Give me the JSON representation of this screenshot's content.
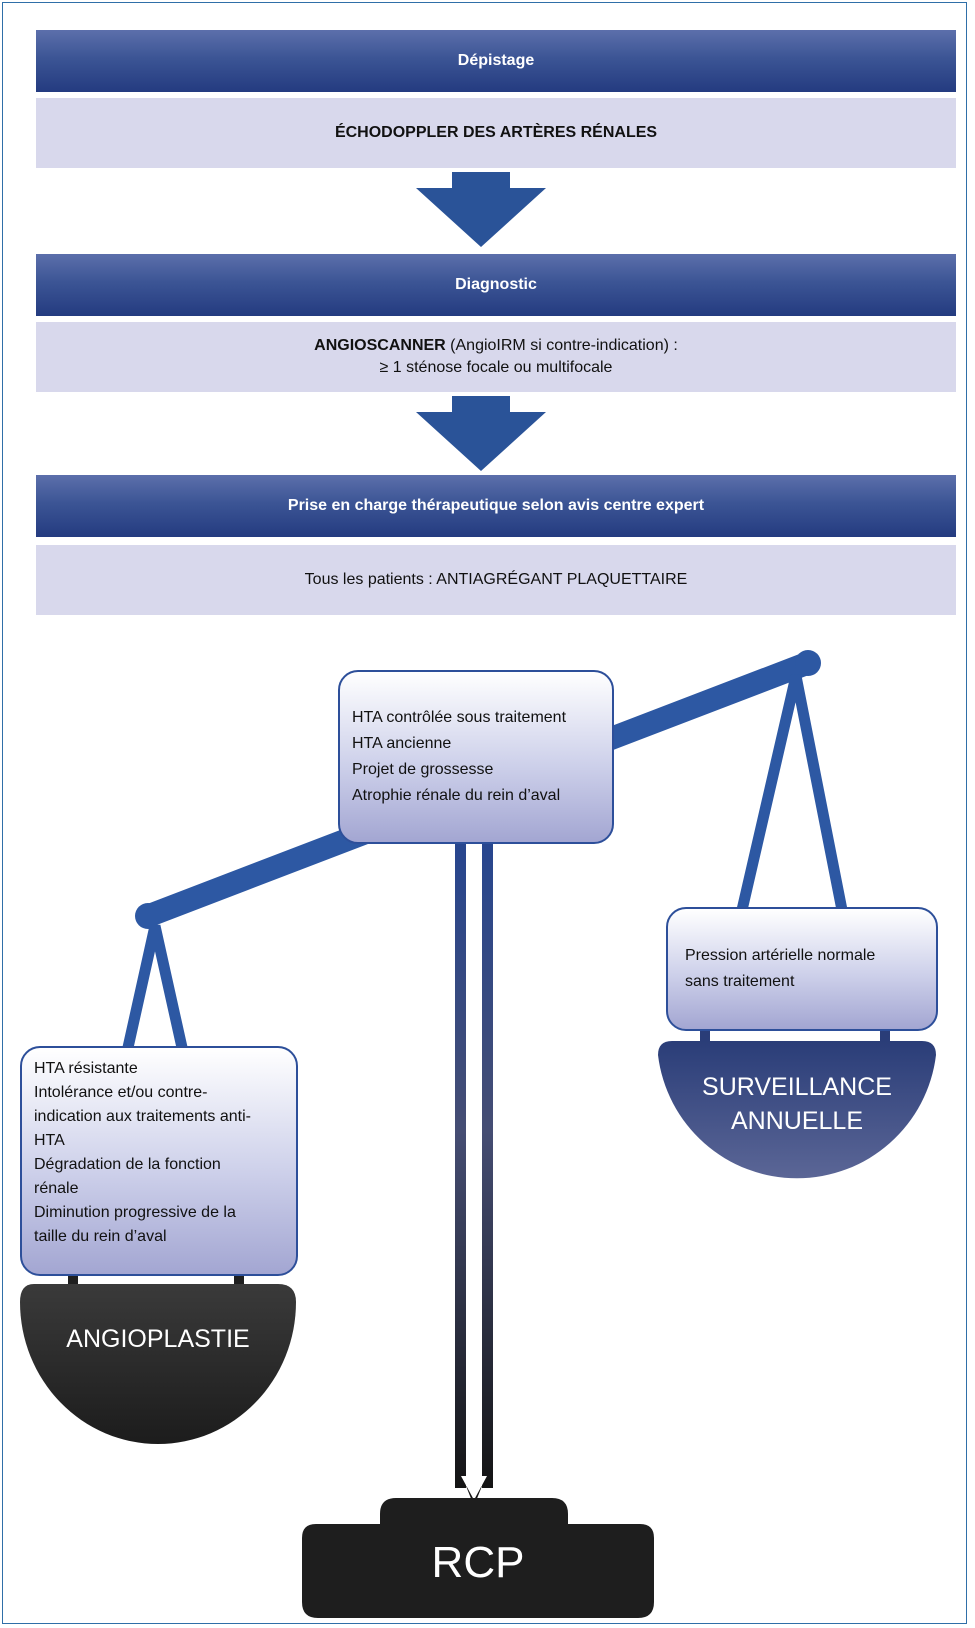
{
  "steps": [
    {
      "title": "Dépistage",
      "content_bold": "ÉCHODOPPLER DES ARTÈRES RÉNALES",
      "content_rest": "",
      "content_line2": ""
    },
    {
      "title": "Diagnostic",
      "content_bold": "ANGIOSCANNER",
      "content_rest": " (AngioIRM si contre-indication) :",
      "content_line2": "≥ 1 sténose focale ou multifocale"
    },
    {
      "title": "Prise en charge thérapeutique selon avis centre expert",
      "content_bold": "",
      "content_rest": "Tous les patients : ANTIAGRÉGANT PLAQUETTAIRE",
      "content_line2": ""
    }
  ],
  "balance": {
    "center_items": [
      "HTA contrôlée sous traitement",
      "HTA ancienne",
      "Projet de grossesse",
      "Atrophie rénale du rein d’aval"
    ],
    "right_items": [
      "Pression artérielle normale",
      "sans traitement"
    ],
    "left_items": [
      "HTA résistante",
      "Intolérance et/ou contre-",
      "indication aux traitements anti-",
      "HTA",
      "Dégradation de la fonction",
      "rénale",
      "Diminution progressive de la",
      "taille du rein d’aval"
    ],
    "left_pan_label": "ANGIOPLASTIE",
    "right_pan_label_line1": "SURVEILLANCE",
    "right_pan_label_line2": "ANNUELLE",
    "base_label": "RCP"
  },
  "colors": {
    "header_blue": "#2b4488",
    "arrow_blue": "#2a5398",
    "content_bg": "#d8d8ec",
    "beam_blue": "#2d58a3",
    "dark_pan": "#262626",
    "blue_pan": "#3e4e86"
  }
}
